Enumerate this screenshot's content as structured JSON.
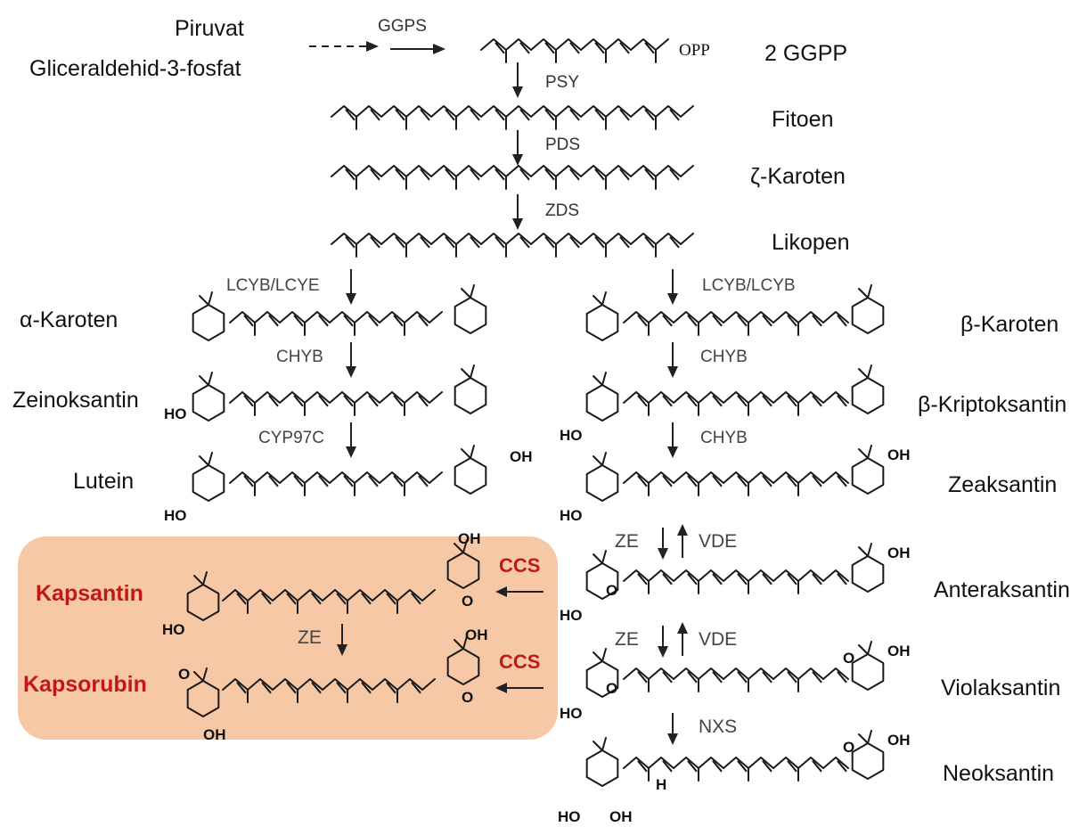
{
  "colors": {
    "highlight_box": "#f7c8a6",
    "red_text": "#c01a14",
    "ink": "#1a1a1a"
  },
  "precursors": {
    "p1": "Piruvat",
    "p2": "Gliceraldehid-3-fosfat"
  },
  "enzymes": {
    "ggps": "GGPS",
    "psy": "PSY",
    "pds": "PDS",
    "zds": "ZDS",
    "lcyb_lcye": "LCYB/LCYE",
    "lcyb_lcyb": "LCYB/LCYB",
    "chyb_a": "CHYB",
    "chyb_b1": "CHYB",
    "chyb_b2": "CHYB",
    "cyp97c": "CYP97C",
    "ze1": "ZE",
    "vde1": "VDE",
    "ze2": "ZE",
    "vde2": "VDE",
    "nxs": "NXS",
    "ze_box": "ZE",
    "ccs1": "CCS",
    "ccs2": "CCS"
  },
  "compounds": {
    "ggpp": "2 GGPP",
    "fitoen": "Fitoen",
    "zeta": "ζ-Karoten",
    "likopen": "Likopen",
    "alpha": "α-Karoten",
    "zeinoksantin": "Zeinoksantin",
    "lutein": "Lutein",
    "beta": "β-Karoten",
    "kripto": "β-Kriptoksantin",
    "zeaksantin": "Zeaksantin",
    "anteraksantin": "Anteraksantin",
    "violaksantin": "Violaksantin",
    "neoksantin": "Neoksantin",
    "kapsantin": "Kapsantin",
    "kapsorubin": "Kapsorubin"
  },
  "atoms": {
    "opp": "OPP",
    "ho": "HO",
    "oh": "OH",
    "o": "O",
    "h": "H"
  }
}
